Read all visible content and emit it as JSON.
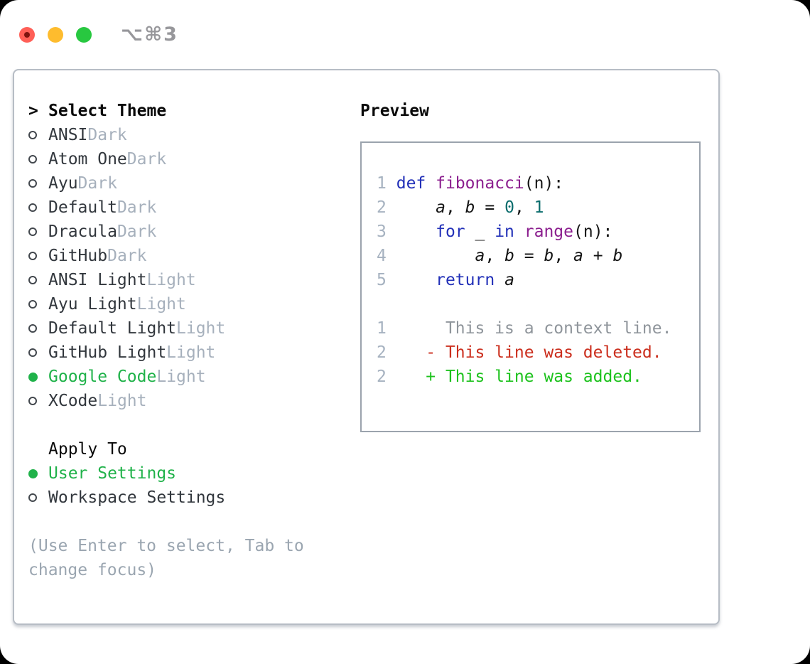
{
  "titlebar": {
    "shortcut_label": "⌥⌘3",
    "traffic_lights": [
      "close",
      "minimize",
      "zoom"
    ]
  },
  "theme_menu": {
    "prefix": ">",
    "header": "Select Theme",
    "items": [
      {
        "name": "ANSI",
        "variant": "Dark",
        "selected": false
      },
      {
        "name": "Atom One",
        "variant": "Dark",
        "selected": false
      },
      {
        "name": "Ayu",
        "variant": "Dark",
        "selected": false
      },
      {
        "name": "Default",
        "variant": "Dark",
        "selected": false
      },
      {
        "name": "Dracula",
        "variant": "Dark",
        "selected": false
      },
      {
        "name": "GitHub",
        "variant": "Dark",
        "selected": false
      },
      {
        "name": "ANSI Light",
        "variant": "Light",
        "selected": false
      },
      {
        "name": "Ayu Light",
        "variant": "Light",
        "selected": false
      },
      {
        "name": "Default Light",
        "variant": "Light",
        "selected": false
      },
      {
        "name": "GitHub Light",
        "variant": "Light",
        "selected": false
      },
      {
        "name": "Google Code",
        "variant": "Light",
        "selected": true
      },
      {
        "name": "XCode",
        "variant": "Light",
        "selected": false
      }
    ]
  },
  "apply_to": {
    "header": "Apply To",
    "items": [
      {
        "name": "User Settings",
        "selected": true
      },
      {
        "name": "Workspace Settings",
        "selected": false
      }
    ]
  },
  "help": {
    "line1": "(Use Enter to select, Tab to",
    "line2": "change focus)"
  },
  "preview": {
    "header": "Preview",
    "code_lines": [
      {
        "num": "1",
        "tokens": [
          [
            "k",
            "def"
          ],
          [
            "p",
            " "
          ],
          [
            "f",
            "fibonacci"
          ],
          [
            "p",
            "(n):"
          ]
        ]
      },
      {
        "num": "2",
        "tokens": [
          [
            "p",
            "    "
          ],
          [
            "v",
            "a"
          ],
          [
            "p",
            ", "
          ],
          [
            "v",
            "b"
          ],
          [
            "p",
            " = "
          ],
          [
            "l",
            "0"
          ],
          [
            "p",
            ", "
          ],
          [
            "l",
            "1"
          ]
        ]
      },
      {
        "num": "3",
        "tokens": [
          [
            "p",
            "    "
          ],
          [
            "k",
            "for"
          ],
          [
            "p",
            " _ "
          ],
          [
            "k",
            "in"
          ],
          [
            "p",
            " "
          ],
          [
            "f",
            "range"
          ],
          [
            "p",
            "(n):"
          ]
        ]
      },
      {
        "num": "4",
        "tokens": [
          [
            "p",
            "        "
          ],
          [
            "v",
            "a"
          ],
          [
            "p",
            ", "
          ],
          [
            "v",
            "b"
          ],
          [
            "p",
            " = "
          ],
          [
            "v",
            "b"
          ],
          [
            "p",
            ", "
          ],
          [
            "v",
            "a"
          ],
          [
            "p",
            " + "
          ],
          [
            "v",
            "b"
          ]
        ]
      },
      {
        "num": "5",
        "tokens": [
          [
            "p",
            "    "
          ],
          [
            "k",
            "return"
          ],
          [
            "p",
            " "
          ],
          [
            "v",
            "a"
          ]
        ]
      }
    ],
    "diff_lines": [
      {
        "num": "1",
        "marker": " ",
        "text": "This is a context line.",
        "kind": "context"
      },
      {
        "num": "2",
        "marker": "-",
        "text": "This line was deleted.",
        "kind": "deleted"
      },
      {
        "num": "2",
        "marker": "+",
        "text": "This line was added.",
        "kind": "added"
      }
    ]
  },
  "colors": {
    "selected_green": "#20b24a",
    "added_green": "#1dc21d",
    "deleted_red": "#cb2e1d",
    "context_gray": "#8f959b",
    "keyword_blue": "#2230b8",
    "function_purple": "#8b1e8e",
    "literal_teal": "#0a6c6c",
    "traffic_red": "#ff5f57",
    "traffic_yellow": "#febc2e",
    "traffic_green": "#28c840"
  }
}
